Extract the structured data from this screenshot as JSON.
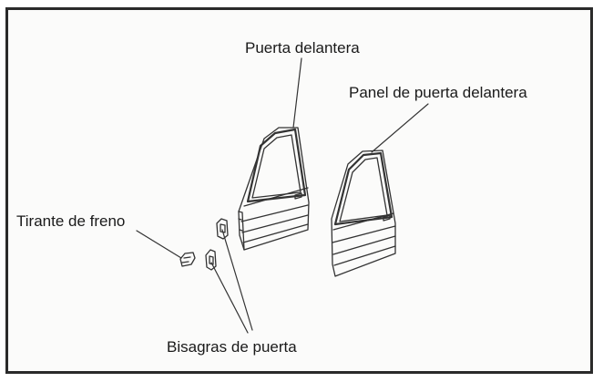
{
  "labels": {
    "front_door": "Puerta delantera",
    "door_panel": "Panel de puerta delantera",
    "check_strap": "Tirante de freno",
    "hinges": "Bisagras de puerta"
  },
  "colors": {
    "frame_border": "#2a2a2a",
    "line": "#333333",
    "background": "#fbfbfa"
  }
}
